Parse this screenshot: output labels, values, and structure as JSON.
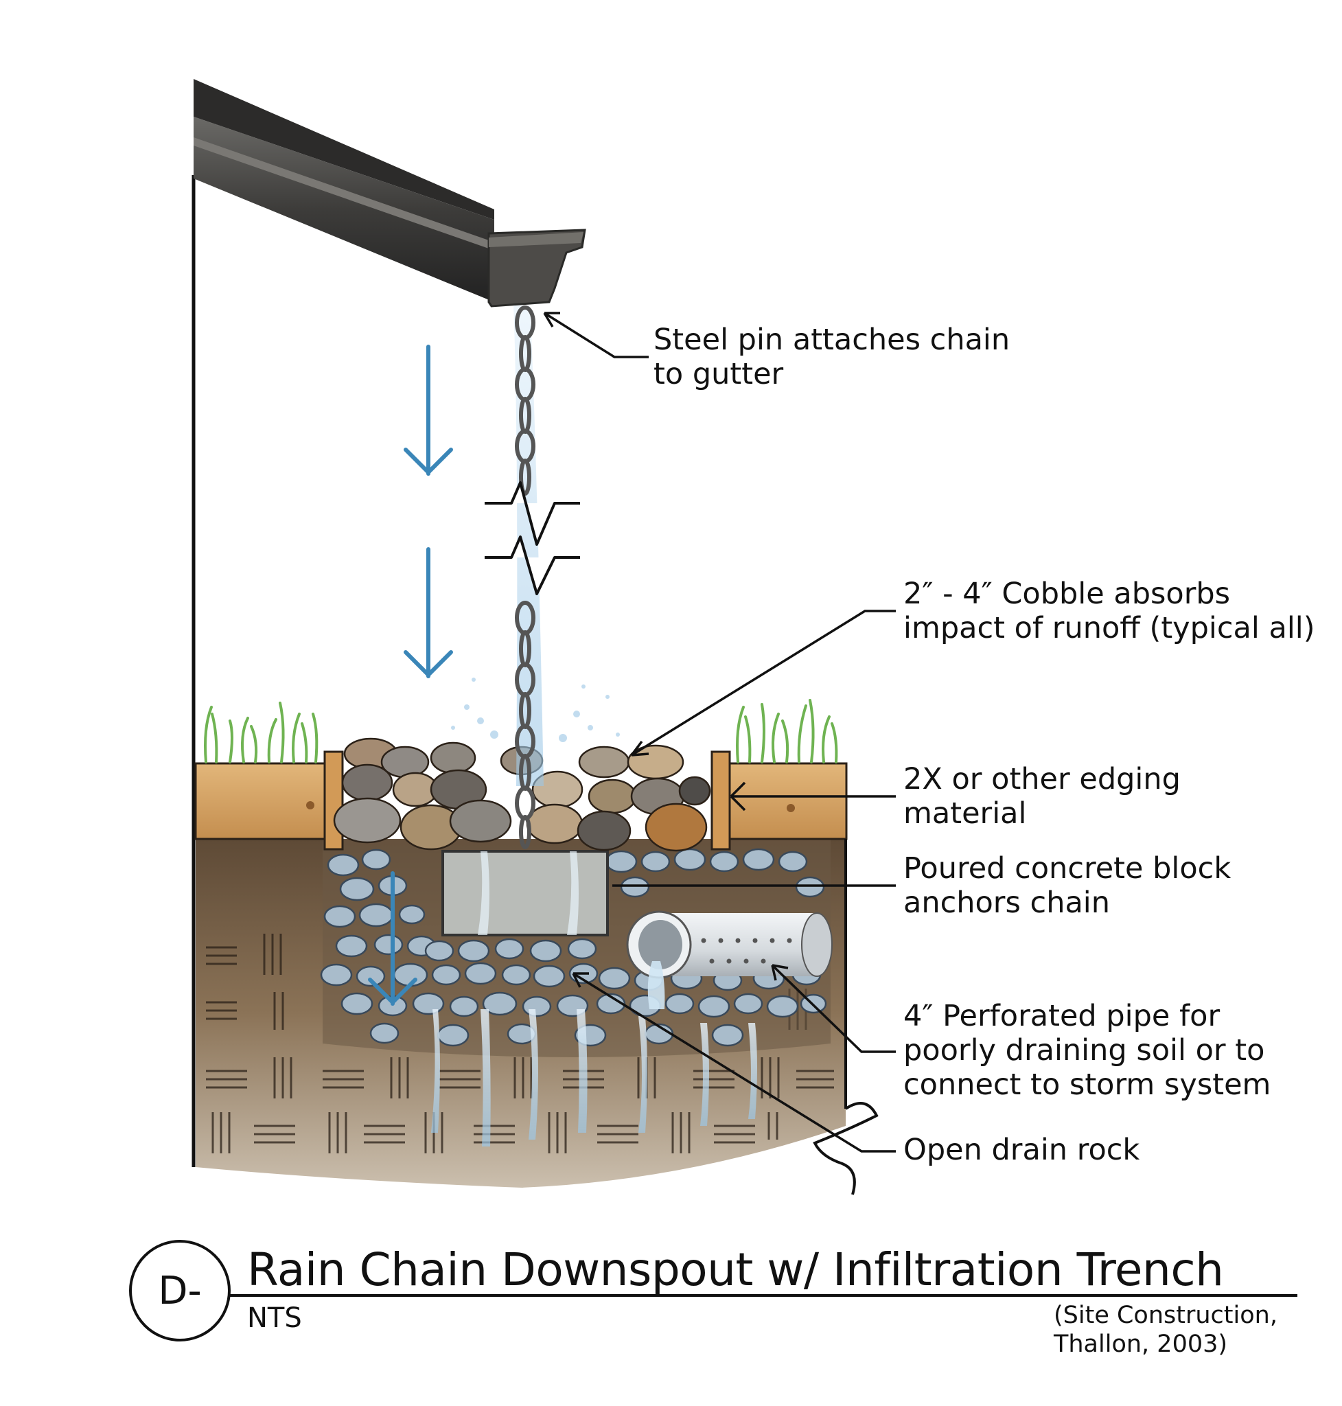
{
  "diagram": {
    "title": "Rain Chain Downspout w/ Infiltration Trench",
    "detail_id": "D-",
    "scale_note": "NTS",
    "citation": [
      "(Site Construction,",
      "Thallon, 2003)"
    ],
    "callouts": {
      "steel_pin": [
        "Steel pin attaches chain",
        "to gutter"
      ],
      "cobble": [
        "2″ - 4″ Cobble absorbs",
        "impact of runoff (typical all)"
      ],
      "edging": [
        "2X or other edging",
        "material"
      ],
      "concrete_block": [
        "Poured concrete block",
        "anchors chain"
      ],
      "perforated_pipe": [
        "4″ Perforated pipe for",
        "poorly draining soil or to",
        "connect to storm system"
      ],
      "drain_rock": [
        "Open drain rock"
      ]
    },
    "icons": [
      "flow-arrow-icon",
      "break-line-icon",
      "grass-icon",
      "rain-chain-icon"
    ],
    "colors": {
      "gutter": "#3d3c3a",
      "water_arrow": "#3a86b8",
      "soil": "#8a7358",
      "wood": "#d9a86a",
      "concrete": "#b9bcb8",
      "rock": "#9eb0c0",
      "grass": "#6fb352",
      "pipe": "#dfe3e6"
    }
  }
}
